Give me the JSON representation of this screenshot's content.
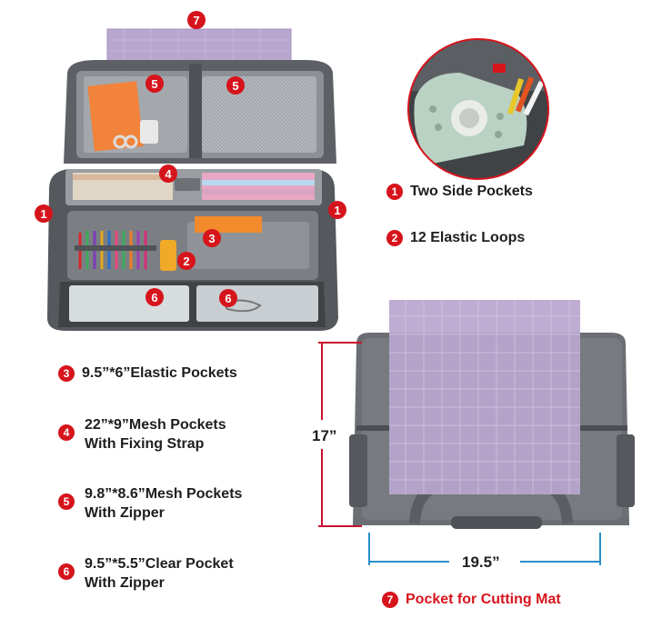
{
  "colors": {
    "badge_red": "#d6141c",
    "dimension_red": "#c8102e",
    "dimension_blue": "#2a8fc9",
    "mat_purple": "#b9a6cf",
    "bag_grey": "#6b6f73"
  },
  "badges": {
    "n1": "1",
    "n2": "2",
    "n3": "3",
    "n4": "4",
    "n5": "5",
    "n6": "6",
    "n7": "7"
  },
  "features": {
    "f1": {
      "num": "1",
      "text": "Two Side Pockets"
    },
    "f2": {
      "num": "2",
      "text": "12 Elastic Loops"
    },
    "f3": {
      "num": "3",
      "text": "9.5”*6”Elastic Pockets"
    },
    "f4": {
      "num": "4",
      "line1": "22”*9”Mesh Pockets",
      "line2": "With Fixing Strap"
    },
    "f5": {
      "num": "5",
      "line1": "9.8”*8.6”Mesh Pockets",
      "line2": "With Zipper"
    },
    "f6": {
      "num": "6",
      "line1": "9.5”*5.5”Clear Pocket",
      "line2": "With Zipper"
    },
    "f7": {
      "num": "7",
      "text": "Pocket for Cutting Mat"
    }
  },
  "dimensions": {
    "height": "17”",
    "width": "19.5”"
  },
  "icons": {
    "open_bag": "open-bag-photo",
    "closed_bag": "closed-bag-photo",
    "machine_zoom": "cutting-machine-zoom"
  }
}
